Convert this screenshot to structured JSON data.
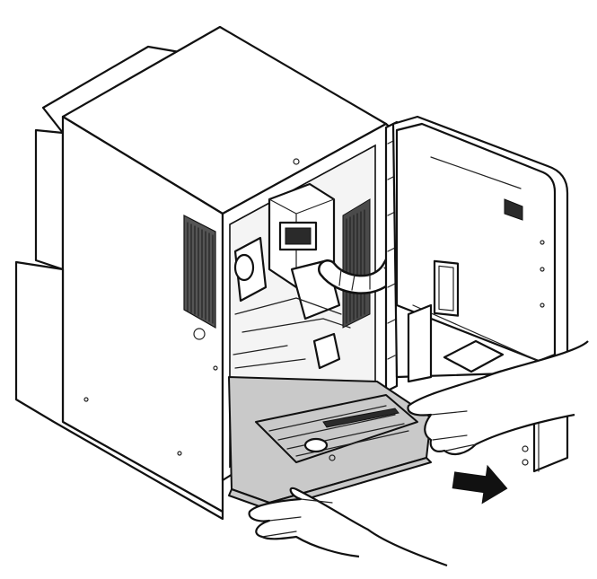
{
  "figure": {
    "caption": "",
    "colors": {
      "line": "#111111",
      "tray_fill": "#c9c9c9",
      "background": "#ffffff"
    },
    "icons": [
      "machine-cabinet-drawing",
      "open-door-drawing",
      "drip-tray-drawing",
      "hand-drawing",
      "pull-direction-arrow-icon"
    ]
  }
}
